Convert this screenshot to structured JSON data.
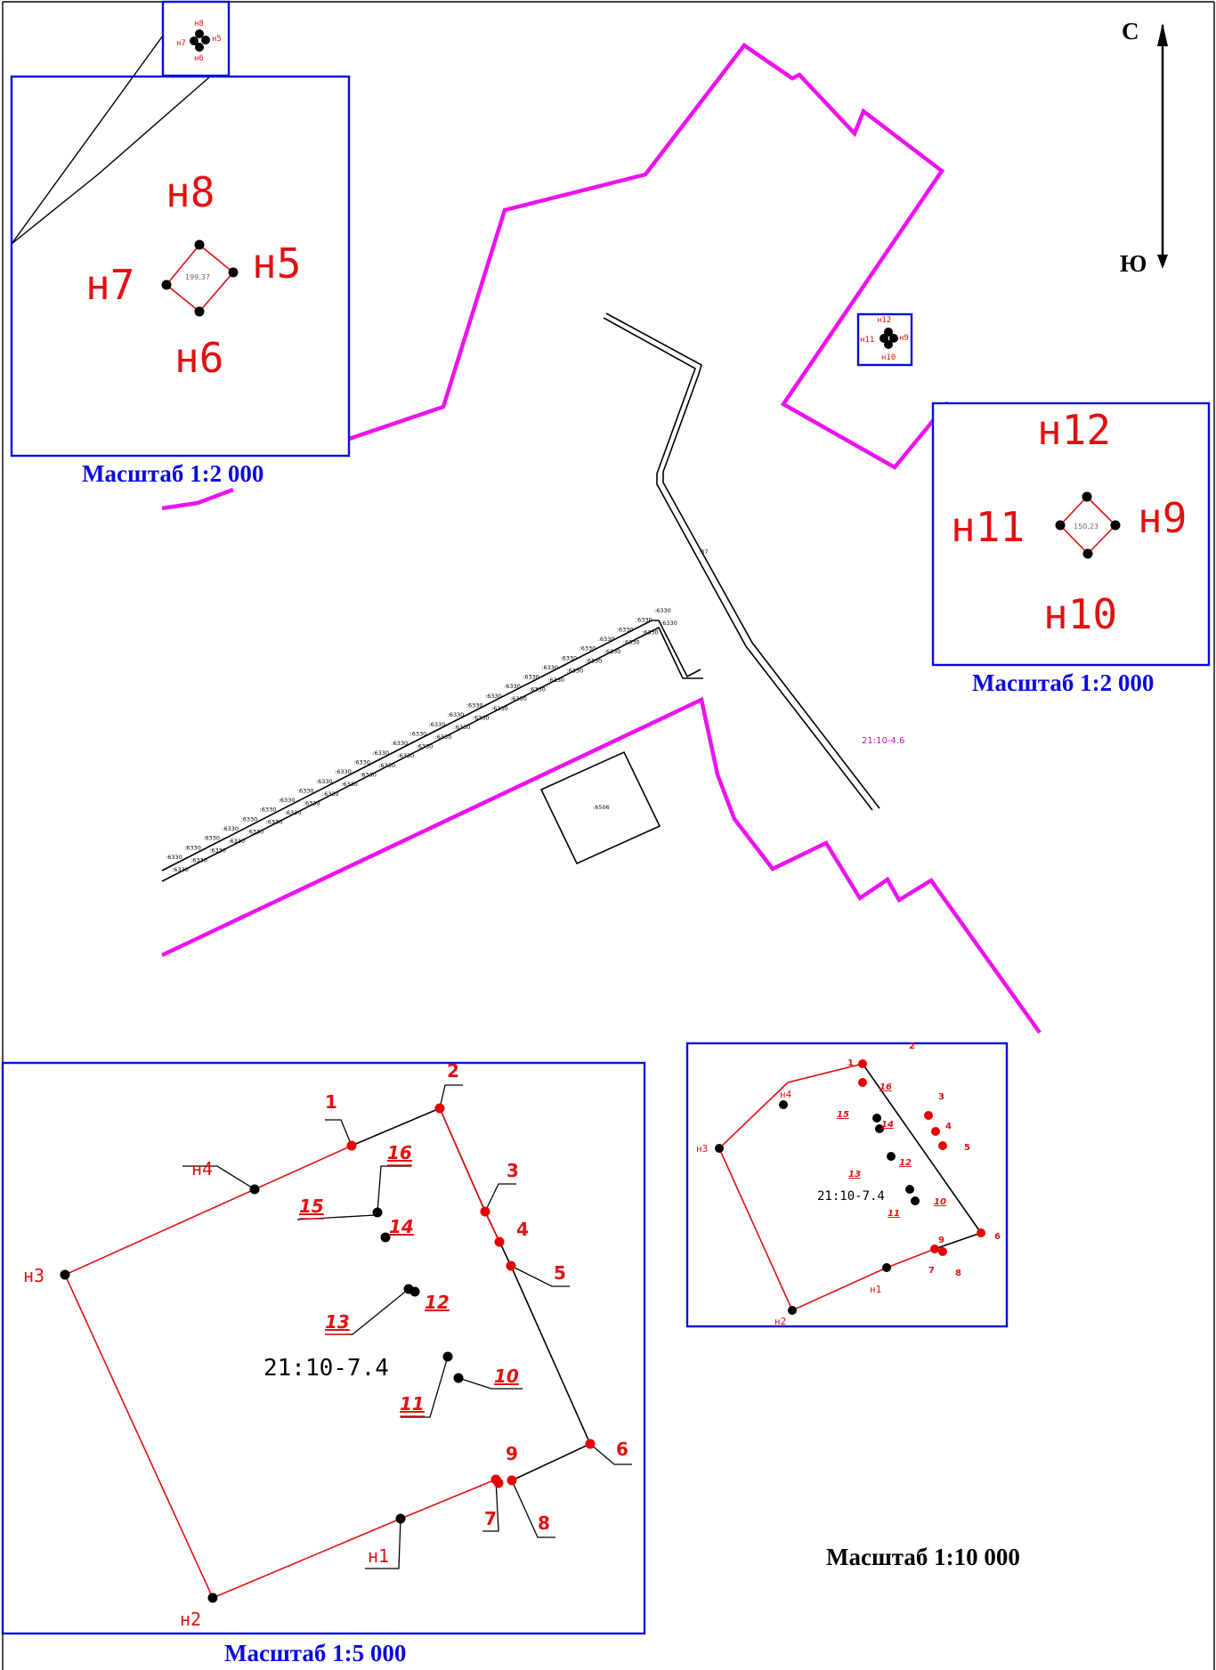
{
  "compass": {
    "north": "С",
    "south": "Ю"
  },
  "scales": {
    "inset_top_left": "Масштаб 1:2 000",
    "inset_right": "Масштаб 1:2 000",
    "inset_bottom": "Масштаб 1:5 000",
    "main": "Масштаб 1:10 000"
  },
  "colors": {
    "frame": "#0a0ae0",
    "boundary": "#ee11ee",
    "parcel": "#e21010",
    "point": "#000000"
  },
  "inset_top_left": {
    "labels": [
      "н8",
      "н5",
      "н7",
      "н6"
    ],
    "area": "199,37"
  },
  "inset_right": {
    "labels": [
      "н12",
      "н9",
      "н11",
      "н10"
    ],
    "area": "150,23"
  },
  "main_map": {
    "cadastral_block": "21:10-4.6",
    "parcel_label": ":6506",
    "road_labels": [
      ":6330"
    ]
  },
  "parcel": {
    "cadastral_number": "21:10-7.4",
    "points_red": [
      "1",
      "2",
      "3",
      "4",
      "5",
      "6",
      "7",
      "8",
      "9"
    ],
    "points_new": [
      "н1",
      "н2",
      "н3",
      "н4"
    ],
    "points_underlined": [
      "10",
      "11",
      "12",
      "13",
      "14",
      "15",
      "16"
    ]
  }
}
